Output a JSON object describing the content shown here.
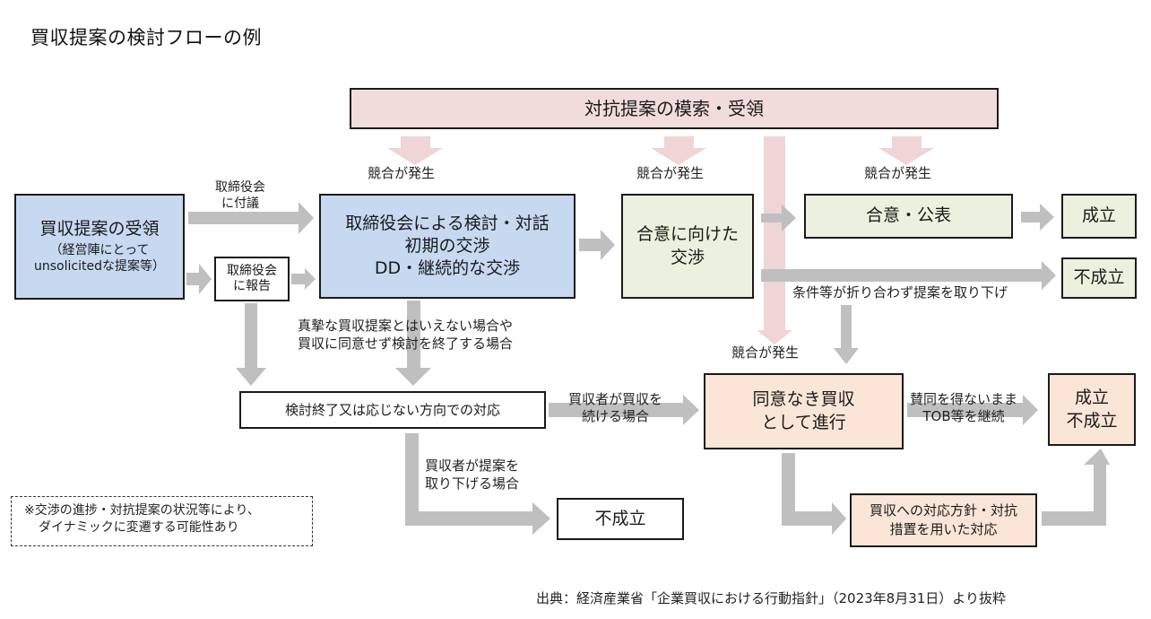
{
  "title": "買収提案の検討フローの例",
  "colors": {
    "blue_box": "#c6d9f1",
    "green_box": "#ebf1de",
    "peach_box": "#fbe5d6",
    "pink_box": "#f2dcdb",
    "gray_arrow": "#bfbfbf",
    "pink_arrow": "#eed3d3"
  },
  "nodes": {
    "counter_proposal": {
      "text": "対抗提案の模索・受領"
    },
    "receipt": {
      "line1": "買収提案の受領",
      "line2": "（経営陣にとって",
      "line3": "unsolicitedな提案等）"
    },
    "board_report": {
      "line1": "取締役会",
      "line2": "に報告"
    },
    "board_review": {
      "line1": "取締役会による検討・対話",
      "line2": "初期の交渉",
      "line3": "DD・継続的な交渉"
    },
    "negotiation": {
      "line1": "合意に向けた",
      "line2": "交渉"
    },
    "agreement": {
      "text": "合意・公表"
    },
    "success_1": {
      "text": "成立"
    },
    "failure_1": {
      "text": "不成立"
    },
    "terminate": {
      "text": "検討終了又は応じない方向での対応"
    },
    "unsolicited": {
      "line1": "同意なき買収",
      "line2": "として進行"
    },
    "outcome": {
      "line1": "成立",
      "line2": "不成立"
    },
    "failure_2": {
      "text": "不成立"
    },
    "defense": {
      "line1": "買収への対応方針・対抗",
      "line2": "措置を用いた対応"
    }
  },
  "edge_labels": {
    "board_submit": {
      "line1": "取締役会",
      "line2": "に付議"
    },
    "competition_1": "競合が発生",
    "competition_2": "競合が発生",
    "competition_3": "競合が発生",
    "competition_4": "競合が発生",
    "not_sincere": {
      "line1": "真摯な買収提案とはいえない場合や",
      "line2": "買収に同意せず検討を終了する場合"
    },
    "conditions_fail": "条件等が折り合わず提案を取り下げ",
    "acquirer_continues": {
      "line1": "買収者が買収を",
      "line2": "続ける場合"
    },
    "acquirer_withdraws": {
      "line1": "買収者が提案を",
      "line2": "取り下げる場合"
    },
    "tob_continue": {
      "line1": "賛同を得ないまま",
      "line2": "TOB等を継続"
    }
  },
  "note": {
    "line1": "※交渉の進捗・対抗提案の状況等により、",
    "line2": "ダイナミックに変遷する可能性あり"
  },
  "source": "出典：経済産業省「企業買収における行動指針」（2023年8月31日）より抜粋"
}
